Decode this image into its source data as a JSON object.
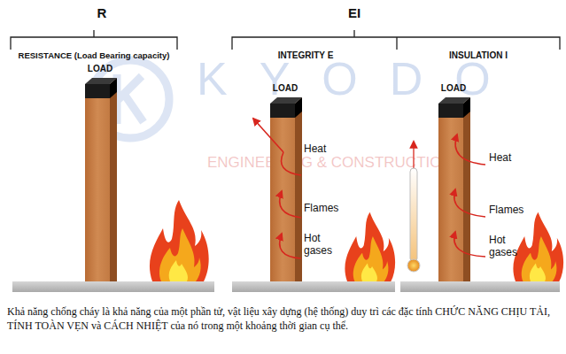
{
  "diagram": {
    "caption": "Khả năng chống cháy là khả năng của một phần tử, vật liệu xây dựng (hệ thống) duy trì các đặc tính CHỨC NĂNG CHỊU TẢI, TÍNH TOÀN VẸN và CÁCH NHIỆT của nó trong một khoảng thời gian cụ thể.",
    "labels": [
      "R",
      "EI",
      "RESISTANCE (Load Bearing capacity)",
      "INTEGRITY E",
      "INSULATION I",
      "LOAD",
      "LOAD",
      "LOAD",
      "Heat",
      "Flames",
      "Hot gases",
      "Heat",
      "Flames",
      "Hot gases",
      "KYODO",
      "ENGINEERING & CONSTRUCTION"
    ]
  }
}
